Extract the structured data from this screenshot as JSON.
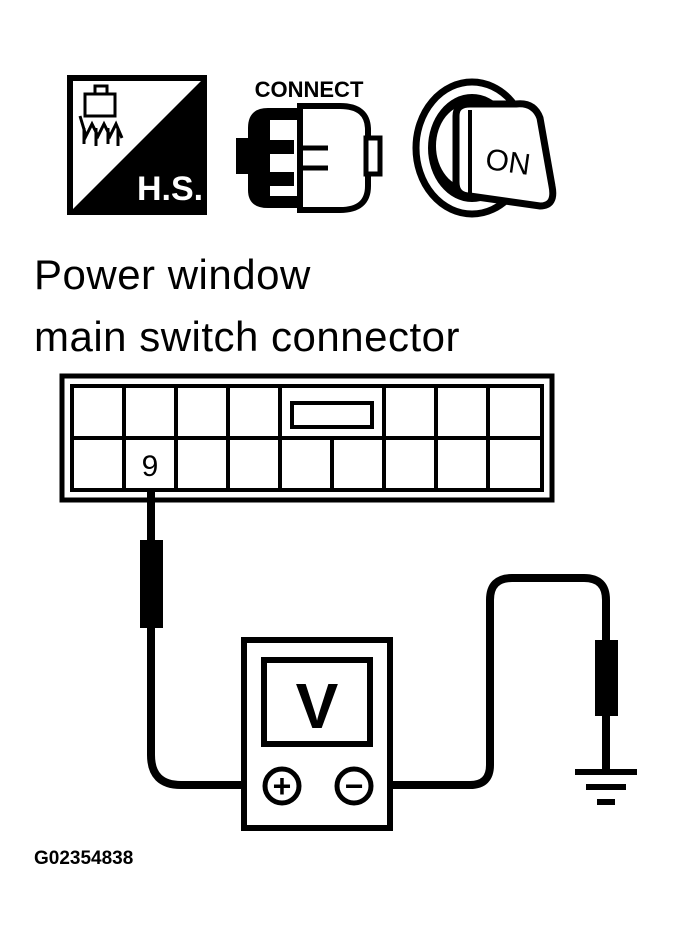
{
  "icons": {
    "harness_label": "H.S.",
    "connect_label": "CONNECT",
    "ignition_label": "ON"
  },
  "title": {
    "line1": "Power window",
    "line2": "main switch connector"
  },
  "connector": {
    "pin_label": "9"
  },
  "meter": {
    "symbol": "V",
    "positive": "+",
    "negative": "−"
  },
  "figure_code": "G02354838",
  "colors": {
    "ink": "#000000",
    "paper": "#ffffff"
  }
}
